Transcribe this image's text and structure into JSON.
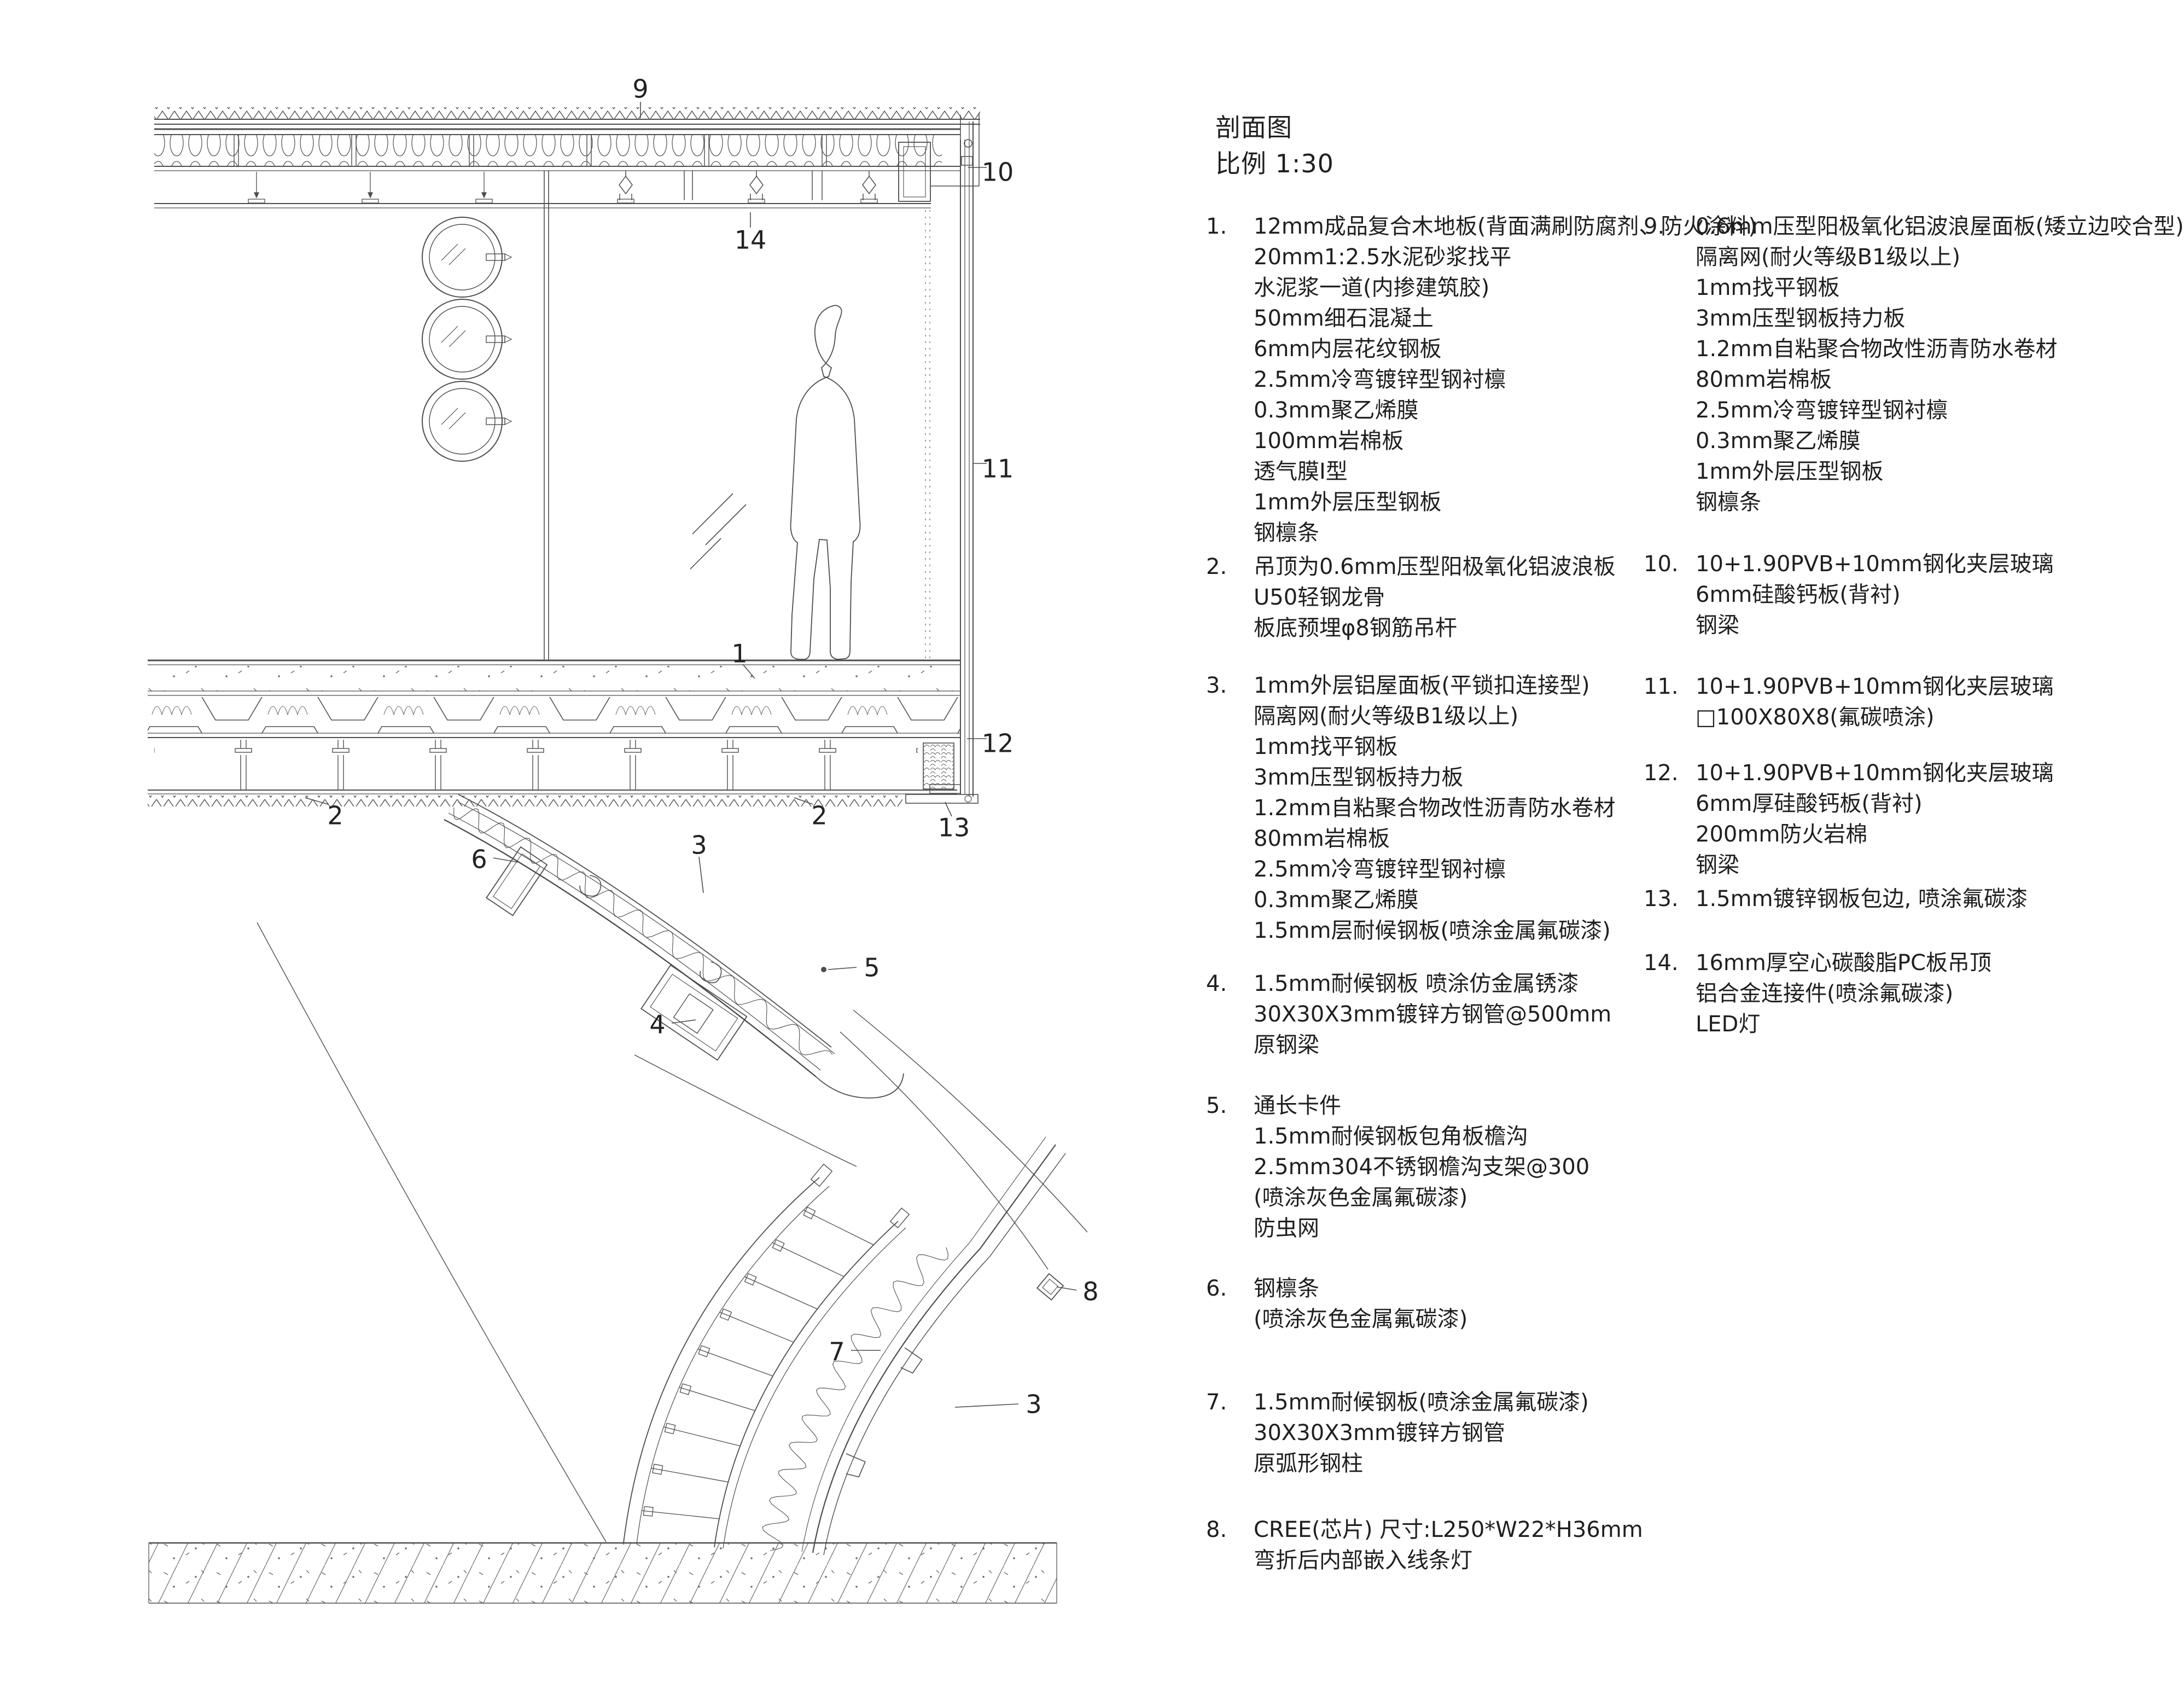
{
  "title": {
    "name": "剖面图",
    "scale": "比例 1:30"
  },
  "colors": {
    "line": "#4d4d4d",
    "text": "#1f1f1f",
    "background": "#ffffff"
  },
  "notes_left": [
    {
      "num": "1.",
      "lines": [
        "12mm成品复合木地板(背面满刷防腐剂、防火涂料)",
        "20mm1:2.5水泥砂浆找平",
        "水泥浆一道(内掺建筑胶)",
        "50mm细石混凝土",
        "6mm内层花纹钢板",
        "2.5mm冷弯镀锌型钢衬檩",
        "0.3mm聚乙烯膜",
        "100mm岩棉板",
        "透气膜I型",
        "1mm外层压型钢板",
        "钢檩条"
      ]
    },
    {
      "num": "2.",
      "lines": [
        "吊顶为0.6mm压型阳极氧化铝波浪板",
        "U50轻钢龙骨",
        "板底预埋φ8钢筋吊杆"
      ]
    },
    {
      "num": "3.",
      "lines": [
        "1mm外层铝屋面板(平锁扣连接型)",
        "隔离网(耐火等级B1级以上)",
        "1mm找平钢板",
        "3mm压型钢板持力板",
        "1.2mm自粘聚合物改性沥青防水卷材",
        "80mm岩棉板",
        "2.5mm冷弯镀锌型钢衬檩",
        "0.3mm聚乙烯膜",
        "1.5mm层耐候钢板(喷涂金属氟碳漆)"
      ]
    },
    {
      "num": "4.",
      "lines": [
        "1.5mm耐候钢板 喷涂仿金属锈漆",
        "30X30X3mm镀锌方钢管@500mm",
        "原钢梁"
      ]
    },
    {
      "num": "5.",
      "lines": [
        "通长卡件",
        "1.5mm耐候钢板包角板檐沟",
        "2.5mm304不锈钢檐沟支架@300",
        "(喷涂灰色金属氟碳漆)",
        "防虫网"
      ]
    },
    {
      "num": "6.",
      "lines": [
        "钢檩条",
        "(喷涂灰色金属氟碳漆)"
      ]
    },
    {
      "num": "7.",
      "lines": [
        "1.5mm耐候钢板(喷涂金属氟碳漆)",
        "30X30X3mm镀锌方钢管",
        "原弧形钢柱"
      ]
    },
    {
      "num": "8.",
      "lines": [
        "CREE(芯片) 尺寸:L250*W22*H36mm",
        "弯折后内部嵌入线条灯"
      ]
    }
  ],
  "notes_right": [
    {
      "num": "9.",
      "lines": [
        "0.6mm压型阳极氧化铝波浪屋面板(矮立边咬合型)",
        "隔离网(耐火等级B1级以上)",
        "1mm找平钢板",
        "3mm压型钢板持力板",
        "1.2mm自粘聚合物改性沥青防水卷材",
        "80mm岩棉板",
        "2.5mm冷弯镀锌型钢衬檩",
        "0.3mm聚乙烯膜",
        "1mm外层压型钢板",
        "钢檩条"
      ]
    },
    {
      "num": "10.",
      "lines": [
        "10+1.90PVB+10mm钢化夹层玻璃",
        "6mm硅酸钙板(背衬)",
        "钢梁"
      ]
    },
    {
      "num": "11.",
      "lines": [
        "10+1.90PVB+10mm钢化夹层玻璃",
        "□100X80X8(氟碳喷涂)"
      ]
    },
    {
      "num": "12.",
      "lines": [
        "10+1.90PVB+10mm钢化夹层玻璃",
        "6mm厚硅酸钙板(背衬)",
        "200mm防火岩棉",
        "钢梁"
      ]
    },
    {
      "num": "13.",
      "lines": [
        "1.5mm镀锌钢板包边, 喷涂氟碳漆"
      ]
    },
    {
      "num": "14.",
      "lines": [
        "16mm厚空心碳酸脂PC板吊顶",
        "铝合金连接件(喷涂氟碳漆)",
        "LED灯"
      ]
    }
  ],
  "callouts": [
    "9",
    "10",
    "14",
    "11",
    "1",
    "12",
    "13",
    "2",
    "2",
    "6",
    "3",
    "5",
    "4",
    "8",
    "7",
    "3"
  ]
}
